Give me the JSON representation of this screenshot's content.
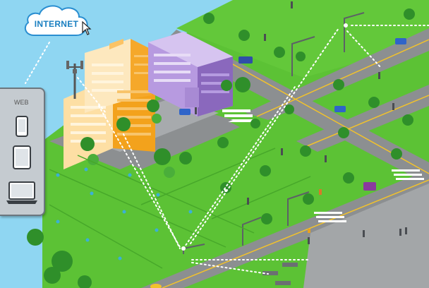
{
  "cloud": {
    "label": "INTERNET"
  },
  "web_panel": {
    "title": "WEB",
    "devices": [
      {
        "name": "phone",
        "icon": "smartphone-icon"
      },
      {
        "name": "tablet",
        "icon": "tablet-icon"
      },
      {
        "name": "laptop",
        "icon": "laptop-icon"
      }
    ]
  },
  "colors": {
    "sky": "#8fd6f2",
    "grass": "#5cc235",
    "grass_dark": "#47a82a",
    "road": "#8c8f91",
    "road_line": "#f2c22b",
    "building_orange": "#f3a21c",
    "building_cream": "#fddfa4",
    "building_purple": "#9d7cc9",
    "wifi_link": "#ffffff"
  }
}
